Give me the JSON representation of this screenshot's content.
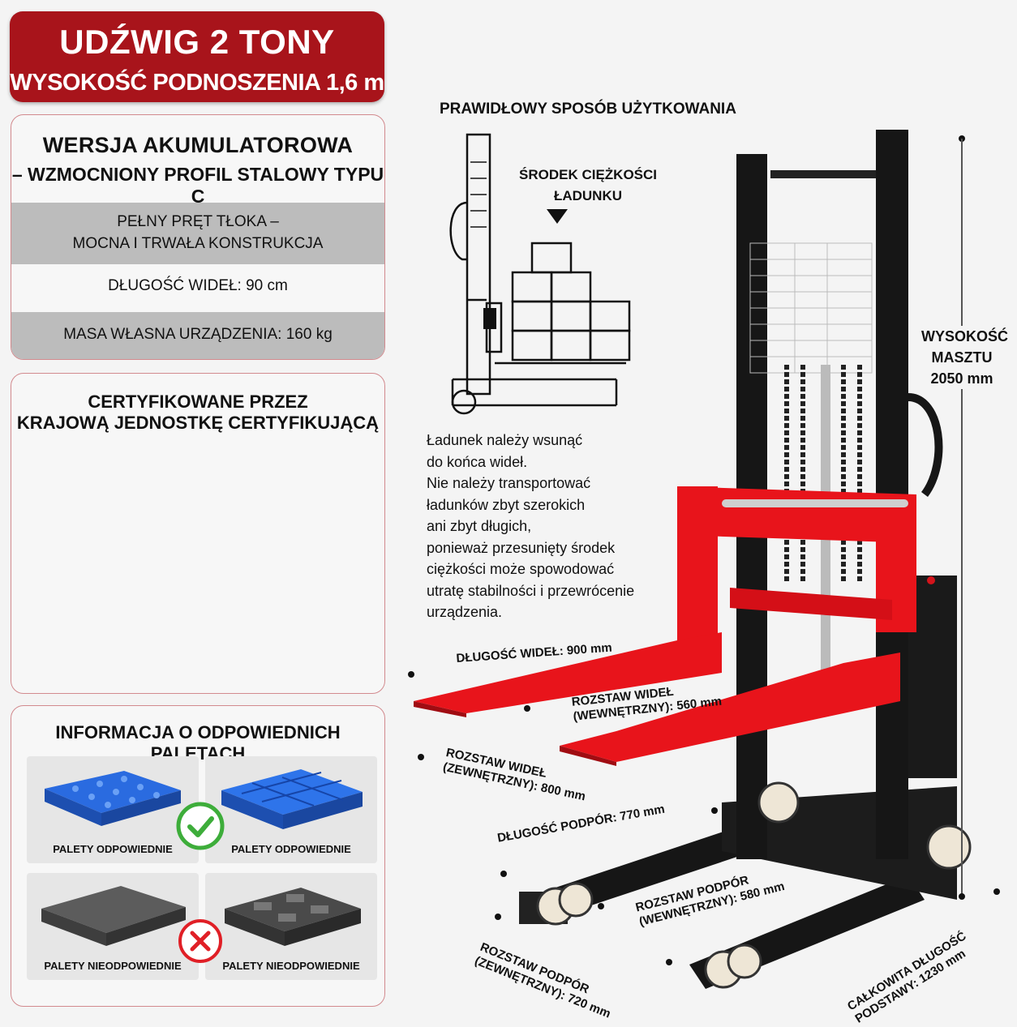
{
  "header": {
    "title": "UDŹWIG 2 TONY",
    "subtitle": "WYSOKOŚĆ PODNOSZENIA 1,6 m"
  },
  "spec": {
    "version_title": "WERSJA AKUMULATOROWA",
    "version_sub": "– WZMOCNIONY PROFIL STALOWY TYPU C",
    "piston_1": "PEŁNY PRĘT TŁOKA –",
    "piston_2": "MOCNA I TRWAŁA KONSTRUKCJA",
    "fork_length": "DŁUGOŚĆ WIDEŁ: 90 cm",
    "weight": "MASA WŁASNA URZĄDZENIA: 160 kg"
  },
  "certification": {
    "line1": "CERTYFIKOWANE PRZEZ",
    "line2": "KRAJOWĄ JEDNOSTKĘ CERTYFIKUJĄCĄ"
  },
  "pallets": {
    "title": "INFORMACJA O ODPOWIEDNICH PALETACH",
    "suitable_1": "PALETY ODPOWIEDNIE",
    "suitable_2": "PALETY ODPOWIEDNIE",
    "unsuitable_1": "PALETY NIEODPOWIEDNIE",
    "unsuitable_2": "PALETY NIEODPOWIEDNIE",
    "suitable_color": "#2a6be0",
    "unsuitable_color": "#555555",
    "ok_icon": "check-icon",
    "bad_icon": "cross-icon"
  },
  "usage": {
    "title": "PRAWIDŁOWY SPOSÓB UŻYTKOWANIA",
    "cog_1": "ŚRODEK CIĘŻKOŚCI",
    "cog_2": "ŁADUNKU",
    "instructions": [
      "Ładunek należy wsunąć",
      "do końca wideł.",
      "Nie należy transportować",
      "ładunków zbyt szerokich",
      "ani zbyt długich,",
      "ponieważ przesunięty środek",
      "ciężkości może spowodować",
      "utratę stabilności i przewrócenie",
      "urządzenia."
    ]
  },
  "dimensions": {
    "mast_1": "WYSOKOŚĆ",
    "mast_2": "MASZTU",
    "mast_3": "2050 mm",
    "fork_length": "DŁUGOŚĆ WIDEŁ: 900 mm",
    "fork_inner_1": "ROZSTAW WIDEŁ",
    "fork_inner_2": "(WEWNĘTRZNY): 560 mm",
    "fork_outer_1": "ROZSTAW WIDEŁ",
    "fork_outer_2": "(ZEWNĘTRZNY): 800 mm",
    "leg_length": "DŁUGOŚĆ PODPÓR: 770 mm",
    "leg_inner_1": "ROZSTAW PODPÓR",
    "leg_inner_2": "(WEWNĘTRZNY): 580 mm",
    "leg_outer_1": "ROZSTAW PODPÓR",
    "leg_outer_2": "(ZEWNĘTRZNY): 720 mm",
    "base_1": "CAŁKOWITA DŁUGOŚĆ",
    "base_2": "PODSTAWY: 1230 mm"
  },
  "colors": {
    "brand_red": "#a8141b",
    "fork_red": "#e8141b",
    "frame_black": "#161616"
  }
}
